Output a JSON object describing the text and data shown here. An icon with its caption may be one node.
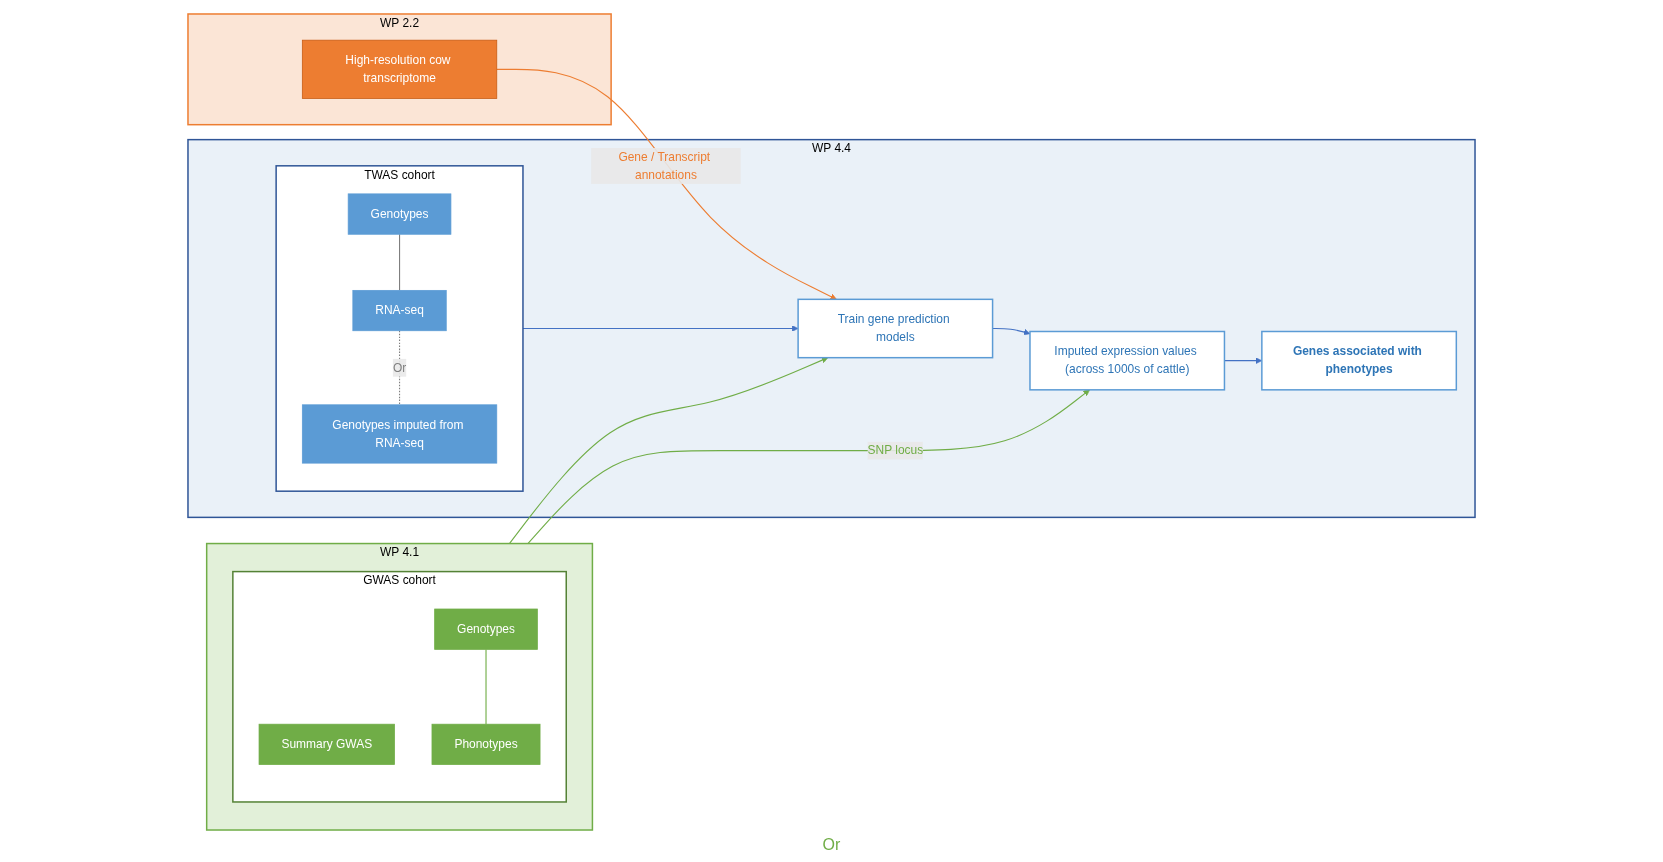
{
  "diagram": {
    "nodes": [
      {
        "text": [
          "WP 4.4"
        ]
      },
      {
        "text": [
          "TWAS cohort"
        ],
        "in": 0
      },
      {
        "text": [
          "Genotypes"
        ],
        "in": 1
      },
      {
        "text": [
          "RNA-seq"
        ],
        "in": 1
      },
      {
        "text": [
          "Genotypes imputed from RNA-seq"
        ],
        "in": 1
      },
      {
        "text": [
          "Train gene prediction models"
        ],
        "in": 0
      },
      {
        "text": [
          "Imputed expression values (across 1000s of cattle)"
        ],
        "in": 0
      },
      {
        "text": [
          "Genes associated with phenotypes"
        ],
        "in": 0
      },
      {
        "text": [
          "WP 2.2"
        ]
      },
      {
        "text": [
          "High-resolution cow transcriptome"
        ],
        "in": 8
      },
      {
        "text": [
          "WP 4.1"
        ]
      },
      {
        "text": [
          "GWAS cohort"
        ],
        "in": 10
      },
      {
        "text": [
          "Summary GWAS"
        ],
        "in": 11
      },
      {
        "text": [
          "Genotypes"
        ],
        "in": 11
      },
      {
        "text": [
          "Phonotypes"
        ],
        "in": 11
      }
    ],
    "edges": [
      {
        "from": 1,
        "to": 5,
        "arrow": "to"
      },
      {
        "from": 5,
        "to": 6,
        "arrow": "to"
      },
      {
        "from": 6,
        "to": 7,
        "arrow": "to"
      },
      {
        "from": 2,
        "to": 3,
        "arrow": "none",
        "color": "#7f7f7f"
      },
      {
        "from": 3,
        "to": 4,
        "arrow": "none",
        "label": "Or",
        "style": "dashed",
        "color": "#7f7f7f"
      },
      {
        "from": 9,
        "to": 5,
        "arrow": "to",
        "label": "Gene / Transcript annotations",
        "color": "#ed7d31"
      },
      {
        "from": 10,
        "to": 6,
        "arrow": "to",
        "label": "SNP locus",
        "color": "#70ad47"
      },
      {
        "from": 10,
        "to": 5,
        "arrow": "to",
        "color": "#70ad47"
      },
      {
        "from": 13,
        "to": 14,
        "arrow": "none",
        "color": "#70ad47"
      }
    ],
    "labels": [
      "Or"
    ]
  }
}
